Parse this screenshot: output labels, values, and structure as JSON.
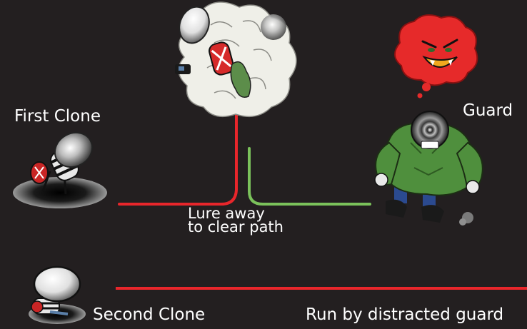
{
  "labels": {
    "first_clone": "First Clone",
    "guard": "Guard",
    "lure_line1": "Lure away",
    "lure_line2": "to clear path",
    "second_clone": "Second Clone",
    "run_by": "Run by distracted guard"
  },
  "colors": {
    "background": "#231f20",
    "lure_path": "#e8262b",
    "guard_path": "#7bc25b",
    "run_path": "#e8262b",
    "thought_bubble": "#e62a2a",
    "guard_body": "#4f8f3d",
    "smoke_cloud": "#efefe8"
  },
  "icons": {
    "first_clone": "clone-robot-icon",
    "second_clone": "clone-robot-icon",
    "guard": "guard-brute-icon",
    "fight_cloud": "fight-cloud-icon",
    "thought": "angry-thought-bubble-icon"
  }
}
